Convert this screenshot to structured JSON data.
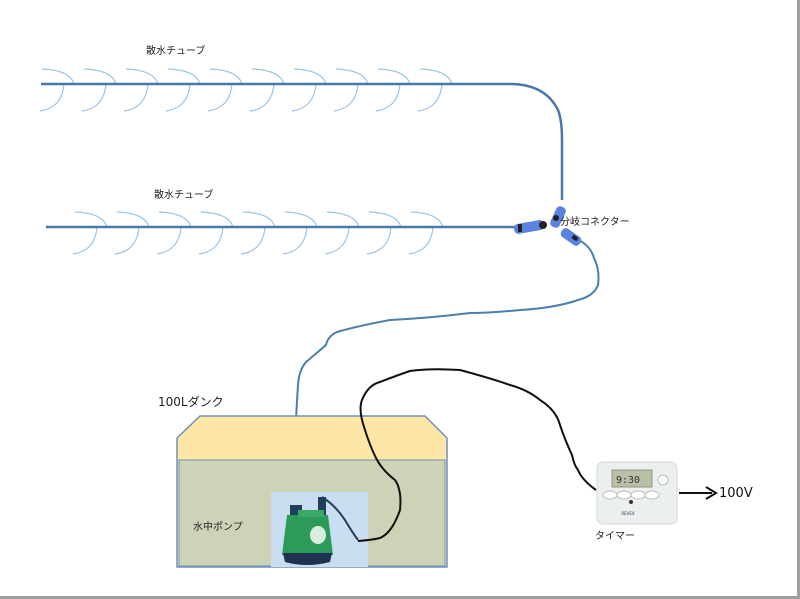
{
  "diagram": {
    "labels": {
      "tube_top": "散水チューブ",
      "tube_mid": "散水チューブ",
      "connector": "分岐コネクター",
      "tank": "100Lダンク",
      "pump": "水中ポンプ",
      "timer": "タイマー",
      "power": "100V"
    },
    "timer_display": "9:30",
    "timer_brand": "REVEX",
    "colors": {
      "tube_line": "#4a78a8",
      "spray_arc": "#9cc3e6",
      "hose": "#4a7fae",
      "cable": "#111111",
      "tank_top_fill": "#fde6a6",
      "tank_water_fill": "#ced2b6",
      "tank_outline": "#6f90b8",
      "pump_box": "#c9dff1",
      "pump_body": "#2e9a5a",
      "connector": "#5b82e0",
      "frame_border": "#a0a0a0"
    }
  }
}
